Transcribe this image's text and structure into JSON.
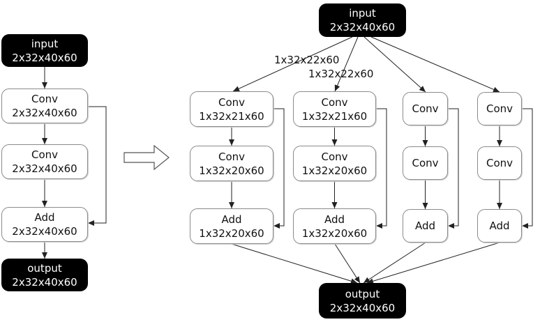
{
  "left": {
    "input": {
      "title": "input",
      "shape": "2x32x40x60"
    },
    "conv1": {
      "title": "Conv",
      "shape": "2x32x40x60"
    },
    "conv2": {
      "title": "Conv",
      "shape": "2x32x40x60"
    },
    "add": {
      "title": "Add",
      "shape": "2x32x40x60"
    },
    "output": {
      "title": "output",
      "shape": "2x32x40x60"
    }
  },
  "right": {
    "input": {
      "title": "input",
      "shape": "2x32x40x60"
    },
    "output": {
      "title": "output",
      "shape": "2x32x40x60"
    },
    "edge_labels": [
      "1x32x22x60",
      "1x32x22x60"
    ],
    "branches": [
      {
        "conv1": {
          "title": "Conv",
          "shape": "1x32x21x60"
        },
        "conv2": {
          "title": "Conv",
          "shape": "1x32x20x60"
        },
        "add": {
          "title": "Add",
          "shape": "1x32x20x60"
        }
      },
      {
        "conv1": {
          "title": "Conv",
          "shape": "1x32x21x60"
        },
        "conv2": {
          "title": "Conv",
          "shape": "1x32x20x60"
        },
        "add": {
          "title": "Add",
          "shape": "1x32x20x60"
        }
      },
      {
        "conv1": {
          "title": "Conv",
          "shape": ""
        },
        "conv2": {
          "title": "Conv",
          "shape": ""
        },
        "add": {
          "title": "Add",
          "shape": ""
        }
      },
      {
        "conv1": {
          "title": "Conv",
          "shape": ""
        },
        "conv2": {
          "title": "Conv",
          "shape": ""
        },
        "add": {
          "title": "Add",
          "shape": ""
        }
      }
    ]
  },
  "colors": {
    "line": "#222222",
    "terminal_fill": "#000000",
    "box_border": "#8a8a8a"
  }
}
